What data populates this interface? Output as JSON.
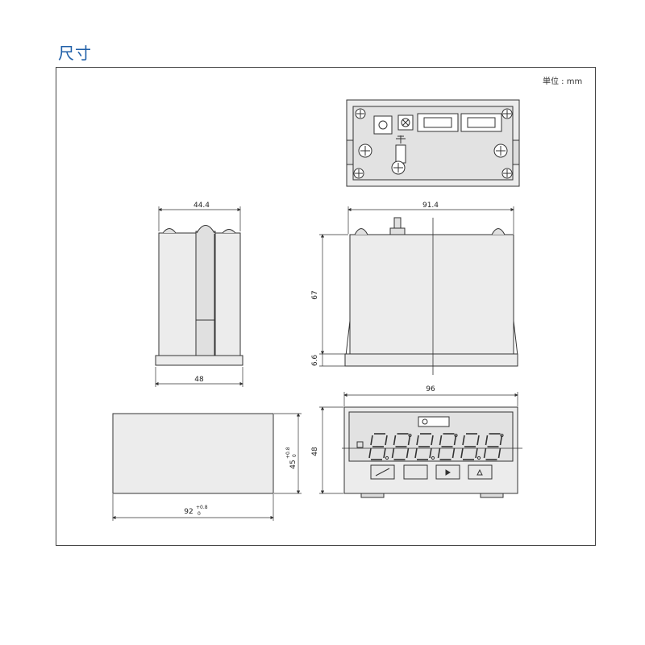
{
  "title": "尺寸",
  "unit_label": "単位 : mm",
  "dimensions": {
    "side_top_width": "44.4",
    "side_bottom_width": "48",
    "back_width": "91.4",
    "body_depth": "67",
    "bezel_depth": "6.6",
    "front_width": "96",
    "front_height": "48",
    "cutout_width": "92",
    "cutout_height": "45",
    "tolerance_upper": "+0.8",
    "tolerance_lower": "0"
  },
  "colors": {
    "body_fill": "#e8e8e8",
    "line": "#333333",
    "title": "#1f5fa8"
  }
}
